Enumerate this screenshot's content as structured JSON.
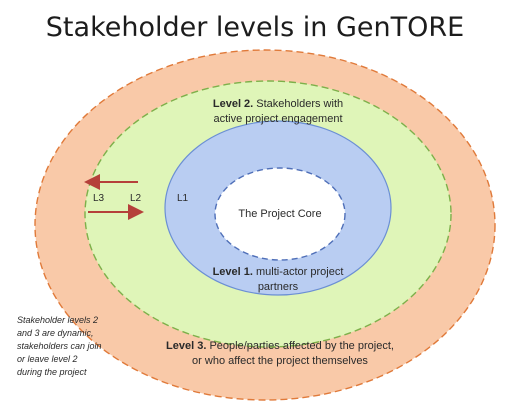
{
  "title": "Stakeholder levels in GenTORE",
  "rings": {
    "level2": {
      "prefix": "Level 2.",
      "line1_rest": " Stakeholders with",
      "line2": "active project engagement"
    },
    "level1": {
      "prefix": "Level 1.",
      "line1_rest": " multi-actor project",
      "line2": "partners"
    },
    "level3": {
      "prefix": "Level 3.",
      "line1_rest": " People/parties affected by the project,",
      "line2": "or who affect the project themselves"
    },
    "core": "The Project Core",
    "short_labels": {
      "l1": "L1",
      "l2": "L2",
      "l3": "L3"
    }
  },
  "note": {
    "lines": [
      "Stakeholder levels 2",
      "and 3 are dynamic,",
      "stakeholders can join",
      "or leave level 2",
      "during the project"
    ]
  },
  "colors": {
    "level3_fill": "#f9c9a8",
    "level3_stroke": "#e07a3a",
    "level2_fill": "#dff5b8",
    "level2_stroke": "#7db04a",
    "level1_fill": "#b9cdf2",
    "level1_stroke": "#6b8fd4",
    "core_fill": "#ffffff",
    "core_stroke": "#4f6fb8",
    "arrow": "#b5403a"
  }
}
